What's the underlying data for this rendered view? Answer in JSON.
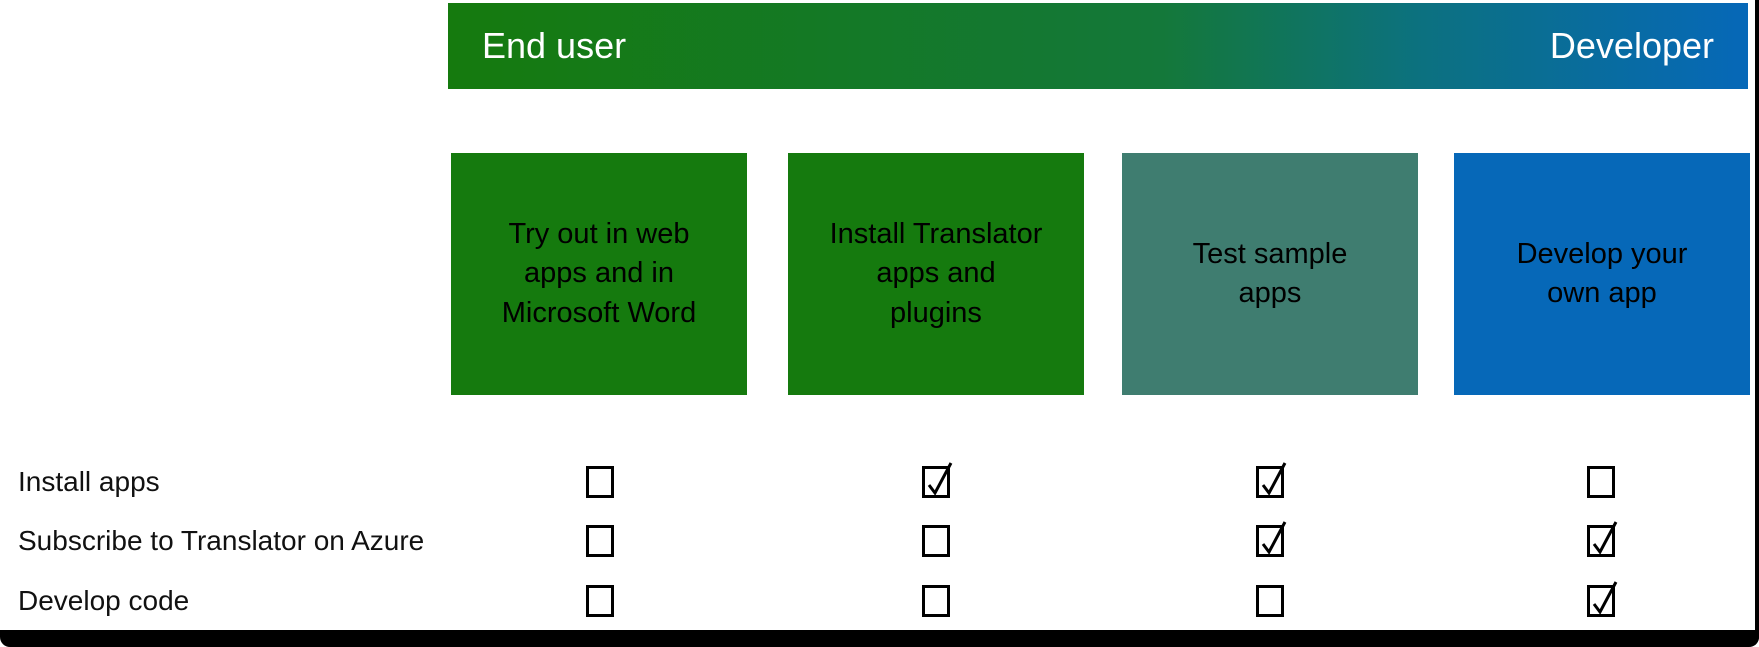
{
  "diagram": {
    "spectrum_bar": {
      "left_label": "End user",
      "right_label": "Developer",
      "gradient_start": "#157A0E",
      "gradient_mid_green": "#14783A",
      "gradient_mid_teal": "#0C7180",
      "gradient_end": "#0668B8"
    },
    "columns": [
      {
        "title": "Try out in web\napps and in\nMicrosoft Word",
        "color": "#157A0E",
        "text_color": "#000000"
      },
      {
        "title": "Install Translator\napps and\nplugins",
        "color": "#157A0E",
        "text_color": "#000000"
      },
      {
        "title": "Test sample\napps",
        "color": "#3F7D70",
        "text_color": "#000000"
      },
      {
        "title": "Develop your\nown app",
        "color": "#0668B8",
        "text_color": "#000000"
      }
    ],
    "rows": [
      {
        "label": "Install apps",
        "checks": [
          false,
          true,
          true,
          false
        ]
      },
      {
        "label": "Subscribe to Translator on Azure",
        "checks": [
          false,
          false,
          true,
          true
        ]
      },
      {
        "label": "Develop code",
        "checks": [
          false,
          false,
          false,
          true
        ]
      }
    ],
    "frame_color": "#000000"
  }
}
